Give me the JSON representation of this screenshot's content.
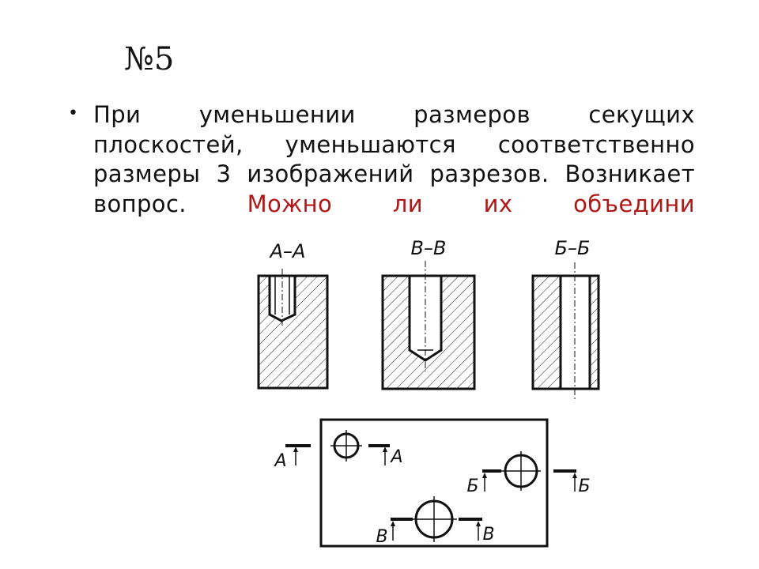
{
  "title": "№5",
  "bullet": {
    "line1": "При уменьшении размеров секущих",
    "line2": "плоскостей, уменьшаются соответственно",
    "line3": "размеры 3 изображений разрезов.",
    "line4_prefix": "Возникает вопрос. ",
    "line4_highlight": "Можно ли их",
    "line5_highlight": "объедини",
    "highlight_color": "#b01818"
  },
  "sections": {
    "a": "А–А",
    "v": "В–В",
    "b": "Б–Б"
  },
  "plan_markers": {
    "a_left": "А",
    "a_right": "А",
    "b_left": "Б",
    "b_right": "Б",
    "v_left": "В",
    "v_right": "В"
  }
}
